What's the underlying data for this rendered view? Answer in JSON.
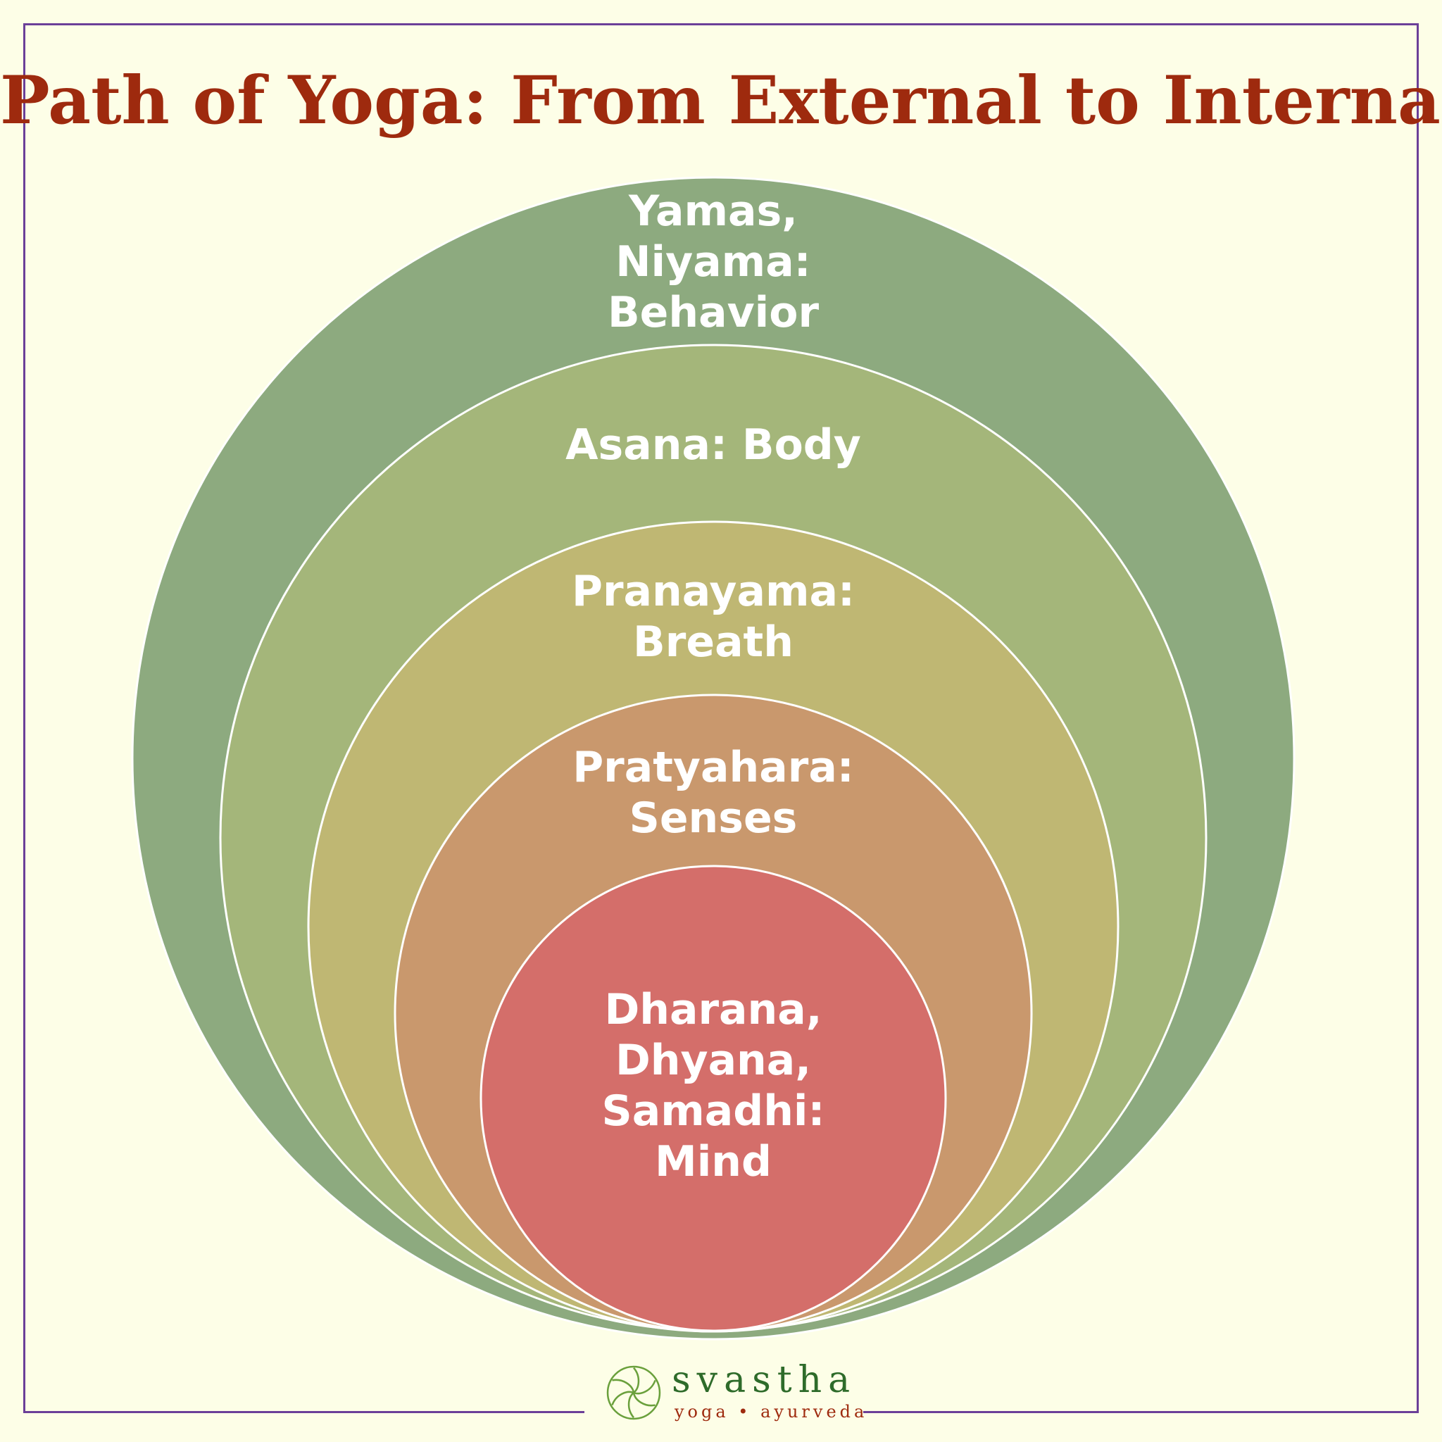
{
  "title": "Path of Yoga: From External to Internal",
  "colors": {
    "background": "#fdfee7",
    "frame": "#6b3f98",
    "title": "#9e2a0e",
    "ring_stroke": "#ffffff",
    "label_text": "#ffffff"
  },
  "rings": [
    {
      "label": "Yamas,\nNiyama:\nBehavior",
      "fill": "#8daa7f"
    },
    {
      "label": "Asana: Body",
      "fill": "#a4b67a"
    },
    {
      "label": "Pranayama:\nBreath",
      "fill": "#bfb773"
    },
    {
      "label": "Pratyahara:\nSenses",
      "fill": "#c9986d"
    },
    {
      "label": "Dharana,\nDhyana,\nSamadhi:\nMind",
      "fill": "#d46e6a"
    }
  ],
  "logo": {
    "name": "svastha",
    "tagline": "yoga • ayurveda",
    "mark_icon": "swirl-flower-icon",
    "mark_color": "#6aa03c"
  }
}
